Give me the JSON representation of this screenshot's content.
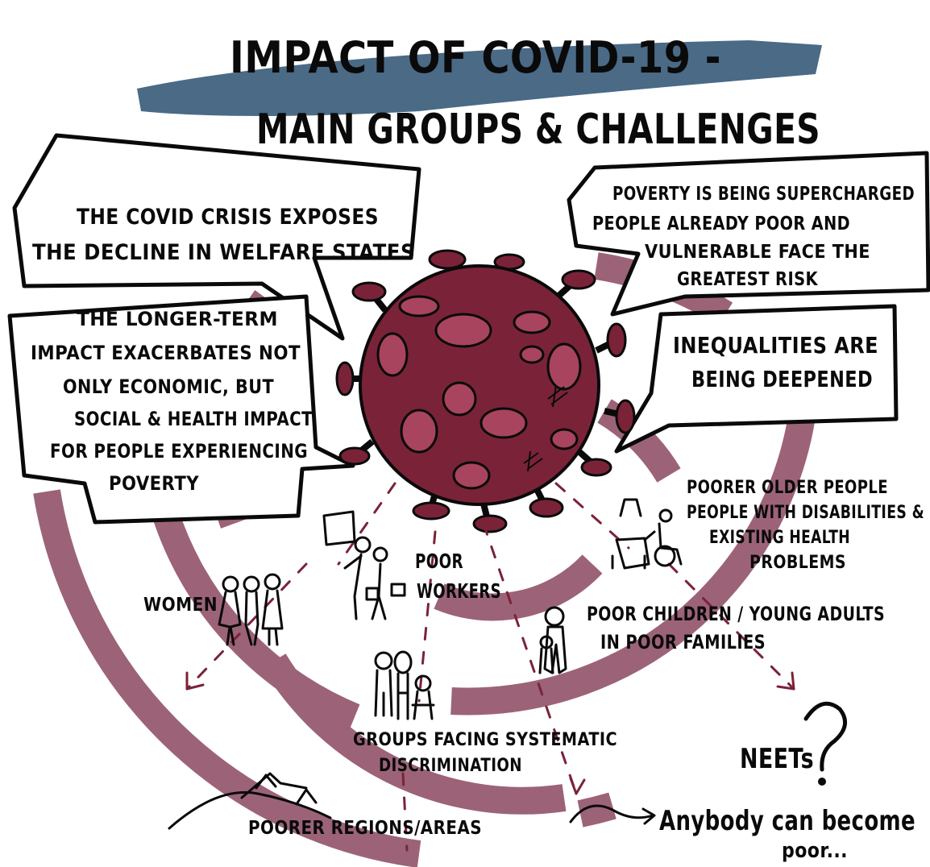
{
  "title": {
    "line1": "IMPACT OF COVID-19 -",
    "line2": "MAIN GROUPS & CHALLENGES"
  },
  "bubbles": {
    "welfare": [
      "THE COVID CRISIS EXPOSES",
      "THE DECLINE IN WELFARE STATES"
    ],
    "longer_term": [
      "THE LONGER-TERM",
      "IMPACT EXACERBATES NOT",
      "ONLY ECONOMIC, BUT",
      "SOCIAL & HEALTH IMPACT",
      "FOR PEOPLE EXPERIENCING",
      "POVERTY"
    ],
    "poverty": [
      "POVERTY IS BEING SUPERCHARGED",
      "PEOPLE ALREADY POOR AND",
      "VULNERABLE FACE THE",
      "GREATEST RISK"
    ],
    "inequalities": [
      "INEQUALITIES ARE",
      "BEING DEEPENED"
    ]
  },
  "groups": {
    "older": [
      "POORER OLDER PEOPLE",
      "PEOPLE WITH DISABILITIES &",
      "EXISTING HEALTH",
      "PROBLEMS"
    ],
    "workers": [
      "POOR",
      "WORKERS"
    ],
    "women": "WOMEN",
    "children": [
      "POOR CHILDREN / YOUNG ADULTS",
      "IN POOR FAMILIES"
    ],
    "discrimination": [
      "GROUPS FACING SYSTEMATIC",
      "DISCRIMINATION"
    ],
    "regions": "POORER REGIONS/AREAS",
    "neets": "NEETs",
    "anybody": [
      "Anybody can become",
      "poor..."
    ]
  },
  "colors": {
    "virus": "#7a2338",
    "virus_light": "#a8445d",
    "rings": "#9c6378",
    "banner": "#4a6a86",
    "ink": "#0a0a0a"
  }
}
